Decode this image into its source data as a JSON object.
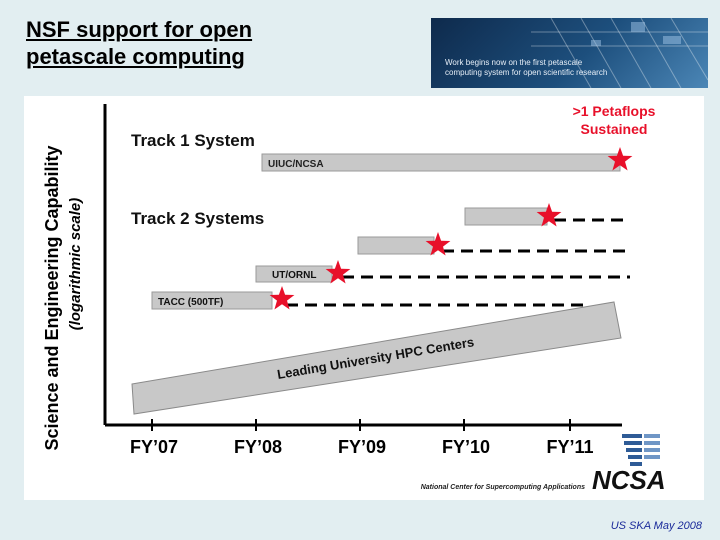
{
  "slide": {
    "title_lines": [
      "NSF support for open",
      "petascale computing"
    ],
    "footer": "US SKA May 2008"
  },
  "banner": {
    "caption_lines": [
      "Work begins now on the first petascale",
      "computing system for open scientific research"
    ]
  },
  "diagram": {
    "y_axis_title": "Science and Engineering Capability",
    "y_axis_subtitle": "(logarithmic scale)",
    "x_ticks": [
      "FY’07",
      "FY’08",
      "FY’09",
      "FY’10",
      "FY’11"
    ],
    "goal_label_lines": [
      ">1 Petaflops",
      "Sustained"
    ],
    "track1_heading": "Track 1 System",
    "track2_heading": "Track 2 Systems",
    "bar_labels": {
      "uiuc": "UIUC/NCSA",
      "utornl": "UT/ORNL",
      "tacc": "TACC (500TF)"
    },
    "band_label": "Leading University HPC Centers",
    "colors": {
      "bar": "#c8c8c8",
      "star": "#e8102a",
      "goal_text": "#e8102a",
      "axis": "#000000"
    }
  },
  "ncsa": {
    "logo_text": "NCSA",
    "tagline": "National Center for Supercomputing Applications"
  }
}
